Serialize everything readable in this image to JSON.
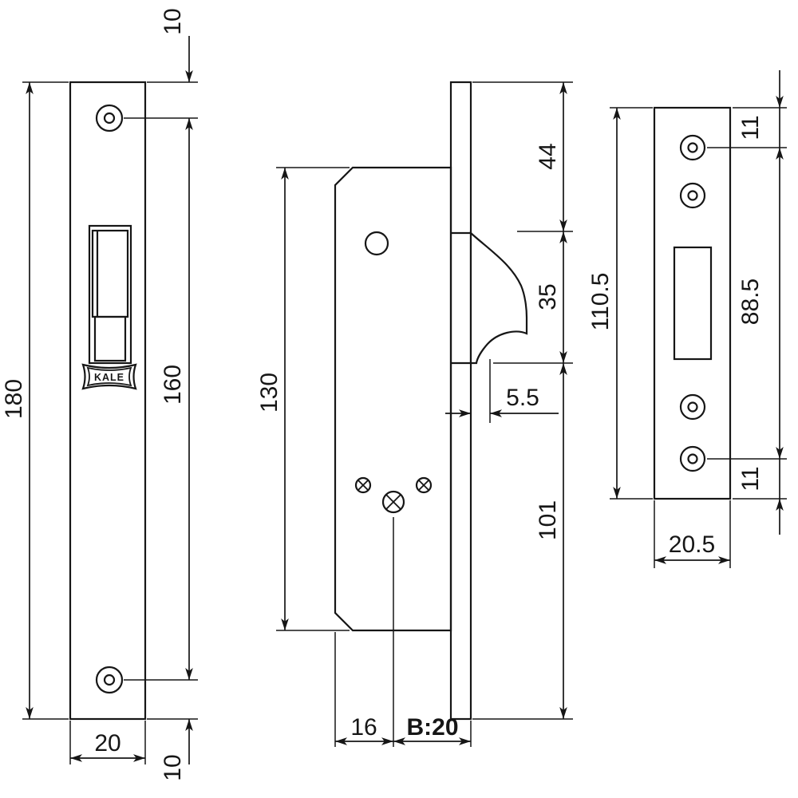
{
  "brand_logo": "KALE",
  "faceplate": {
    "total_height": "180",
    "hole_spacing": "160",
    "top_offset": "10",
    "bottom_offset": "10",
    "width": "20"
  },
  "lock_body": {
    "body_height": "130",
    "top_to_hook": "44",
    "hook_height": "35",
    "hook_clearance": "5.5",
    "below_hook": "101",
    "body_depth": "16",
    "backset": "B:20"
  },
  "strike_plate": {
    "total_height": "110.5",
    "top_offset": "11",
    "hole_spacing": "88.5",
    "bottom_offset": "11",
    "width": "20.5"
  }
}
